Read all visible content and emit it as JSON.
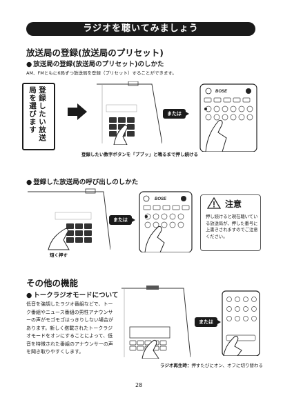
{
  "page": {
    "title": "ラジオを聴いてみましょう",
    "page_number": "28"
  },
  "section_presets": {
    "heading": "放送局の登録(放送局のプリセット)",
    "register": {
      "heading": "放送局の登録(放送局のプリセット)のしかた",
      "description": "AM、FMともに6局ずつ放送局を登録（プリセット）することができます。",
      "vertical_label": "登録したい放送局を選びます",
      "or_label": "または",
      "caption": "登録したい数字ボタンを「ブブッ」と鳴るまで押し続ける",
      "remote_logo": "BOSE"
    },
    "recall": {
      "heading": "登録した放送局の呼び出しのしかた",
      "or_label": "または",
      "caption": "短く押す",
      "remote_logo": "BOSE",
      "caution_title": "注意",
      "caution_text": "押し続けると現在聴いている放送局が、押した番号に上書きされますのでご注意ください。"
    }
  },
  "section_other": {
    "heading": "その他の機能",
    "talk_radio": {
      "heading": "トークラジオモードについて",
      "body": "低音を強調したラジオ番組などで、トーク番組やニュース番組の男性アナウンサーの声がモゴモゴはっきりしない場合があります。新しく搭載されたトークラジオモードをオンにすることによって、低音を特徴された番組のアナウンサーの声を聞き取りやすくします。",
      "or_label": "または",
      "caption_bold": "ラジオ再生時：",
      "caption_rest": "押すたびにオン、オフに切り替わる"
    }
  }
}
